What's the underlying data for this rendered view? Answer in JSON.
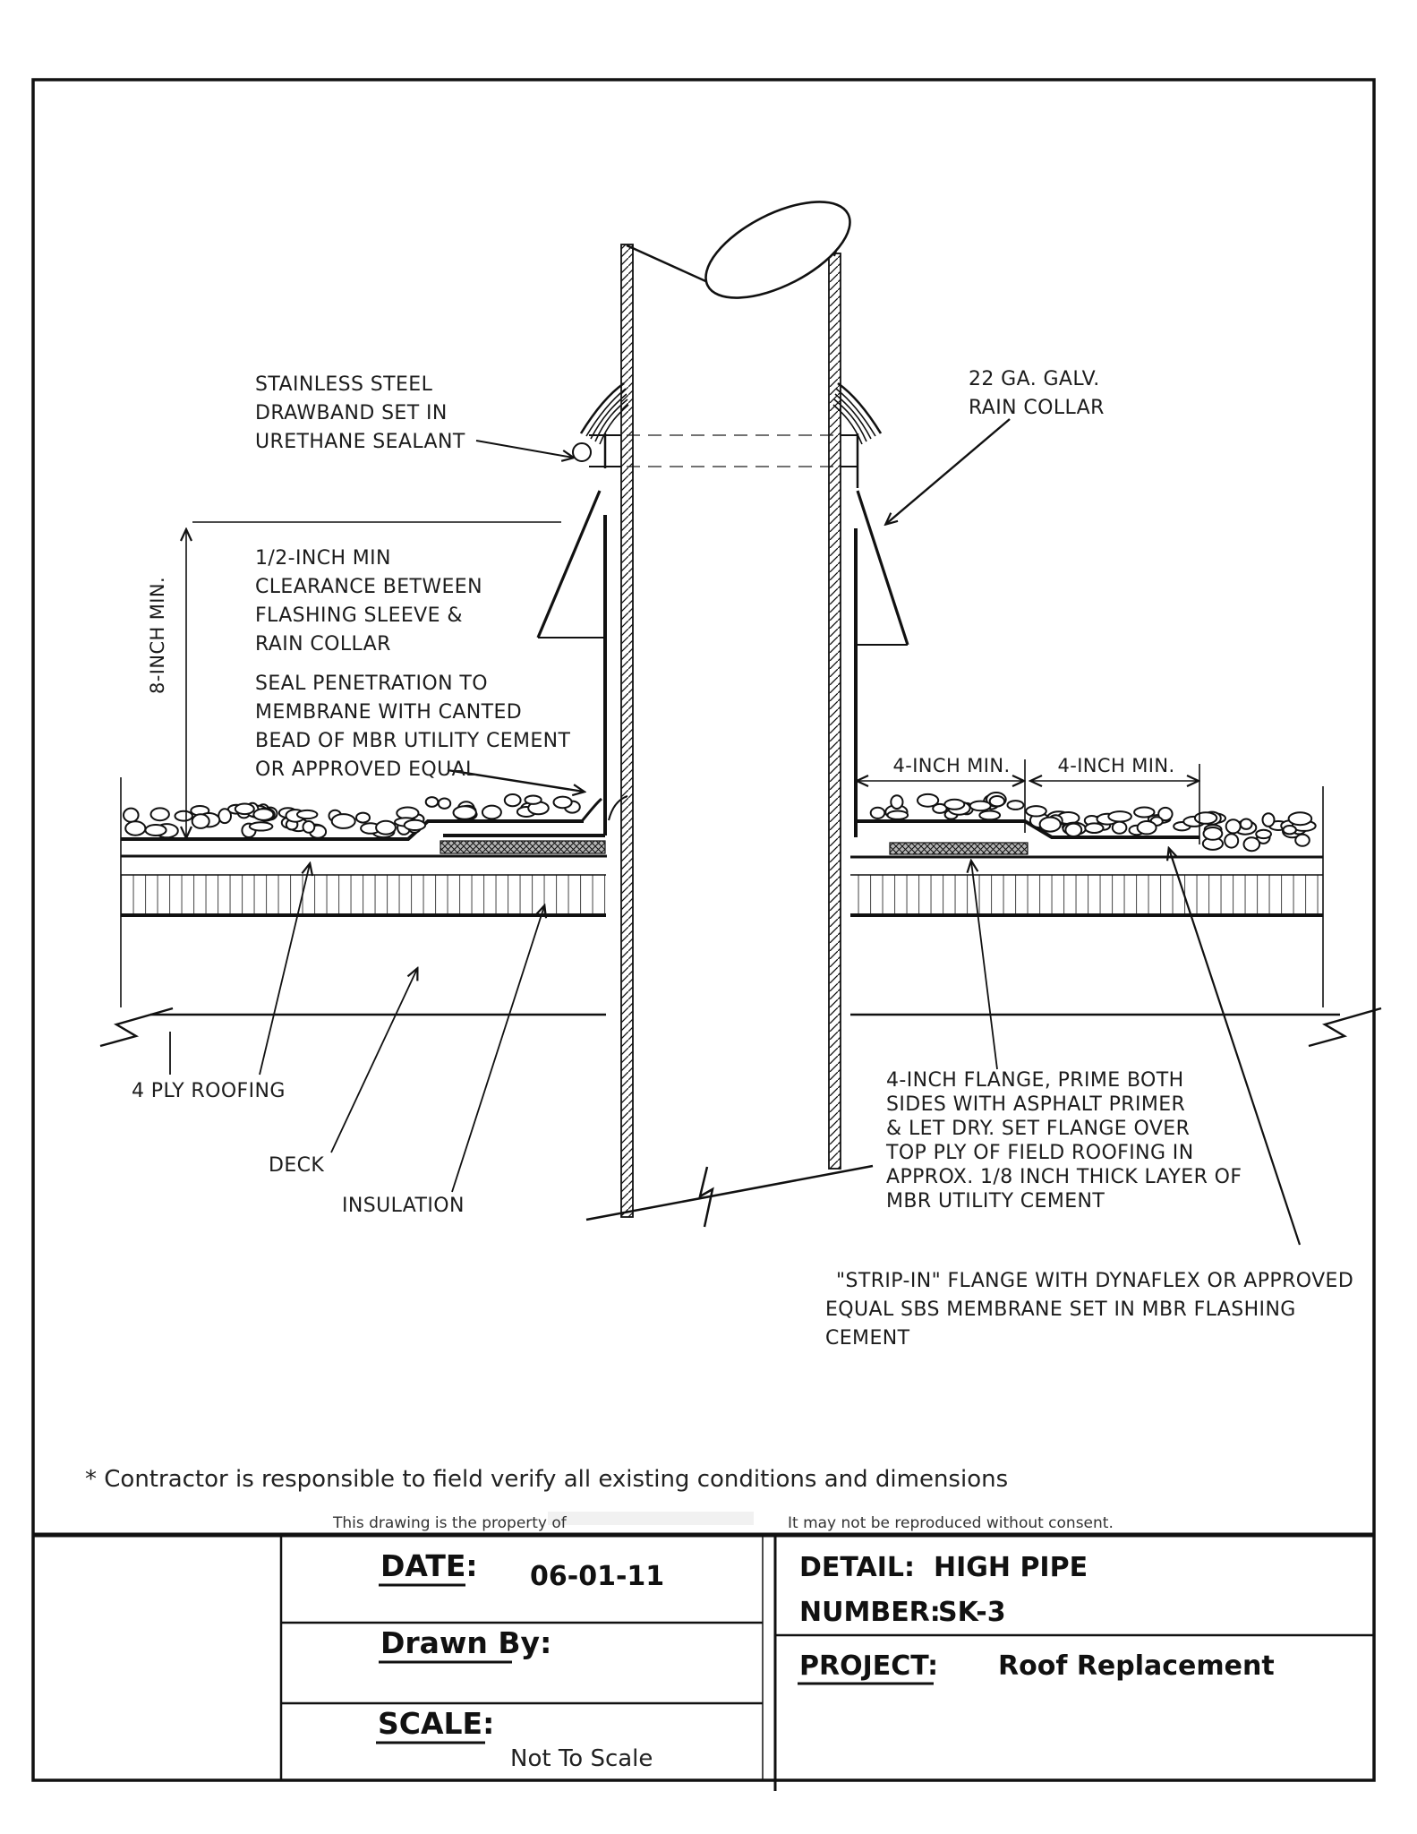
{
  "note": "* Contractor is responsible to field verify all existing conditions and dimensions",
  "ownership": {
    "left": "This drawing is the property of",
    "right": "It may not be reproduced without consent."
  },
  "annotations": {
    "drawband": {
      "lines": [
        "STAINLESS STEEL",
        "DRAWBAND SET IN",
        "URETHANE SEALANT"
      ]
    },
    "rain_collar": {
      "lines": [
        "22 GA. GALV.",
        "RAIN COLLAR"
      ]
    },
    "clearance": {
      "lines": [
        "1/2-INCH MIN",
        "CLEARANCE BETWEEN",
        "FLASHING SLEEVE &",
        "RAIN COLLAR"
      ]
    },
    "seal_penetration": {
      "lines": [
        "SEAL PENETRATION TO",
        "MEMBRANE WITH CANTED",
        "BEAD OF MBR UTILITY CEMENT",
        "OR APPROVED EQUAL"
      ]
    },
    "flange": {
      "lines": [
        "4-INCH FLANGE, PRIME BOTH",
        "SIDES WITH ASPHALT PRIMER",
        "& LET DRY. SET FLANGE OVER",
        "TOP PLY OF FIELD ROOFING IN",
        "APPROX. 1/8 INCH THICK LAYER OF",
        "MBR UTILITY CEMENT"
      ]
    },
    "strip_in": {
      "lines": [
        "\"STRIP-IN\"  FLANGE WITH  DYNAFLEX OR APPROVED",
        "EQUAL SBS MEMBRANE SET IN MBR FLASHING",
        "CEMENT"
      ]
    },
    "four_ply": "4 PLY ROOFING",
    "deck": "DECK",
    "insulation": "INSULATION"
  },
  "dimensions": {
    "vertical": "8-INCH MIN.",
    "left": "4-INCH MIN.",
    "right": "4-INCH MIN."
  },
  "title_block": {
    "date_label": "DATE:",
    "date_value": "06-01-11",
    "drawn_by_label": "Drawn By:",
    "scale_label": "SCALE:",
    "scale_value": "Not To Scale",
    "detail_label": "DETAIL:",
    "detail_value": "HIGH PIPE",
    "number_label": "NUMBER:",
    "number_value": "SK-3",
    "project_label": "PROJECT:",
    "project_value": "Roof Replacement"
  }
}
